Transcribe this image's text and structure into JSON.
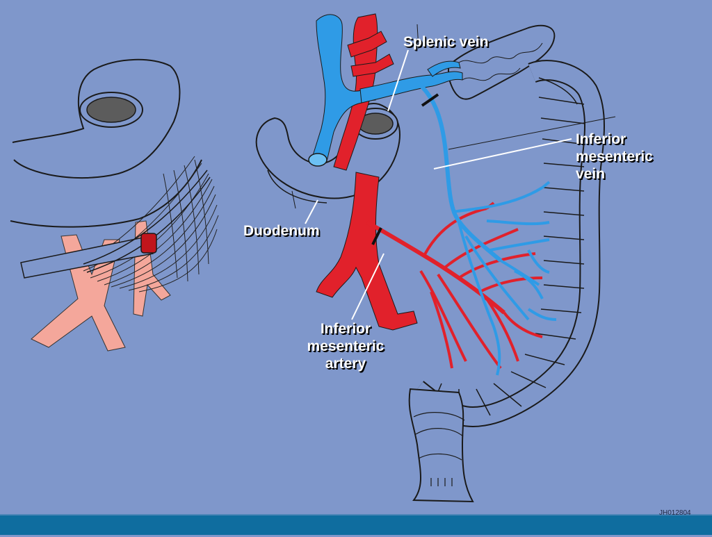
{
  "labels": {
    "splenic_vein": "Splenic vein",
    "inferior_mesenteric_vein": [
      "Inferior",
      "mesenteric",
      "vein"
    ],
    "duodenum": "Duodenum",
    "inferior_mesenteric_artery": [
      "Inferior",
      "mesenteric",
      "artery"
    ]
  },
  "image_code": "JH012804",
  "colors": {
    "background": "#7f97cb",
    "vein": "#2f9be6",
    "artery": "#e1212b",
    "aorta_left": "#f4a79b",
    "footer": "#0f6d9f",
    "outline": "#1a1a1a"
  }
}
